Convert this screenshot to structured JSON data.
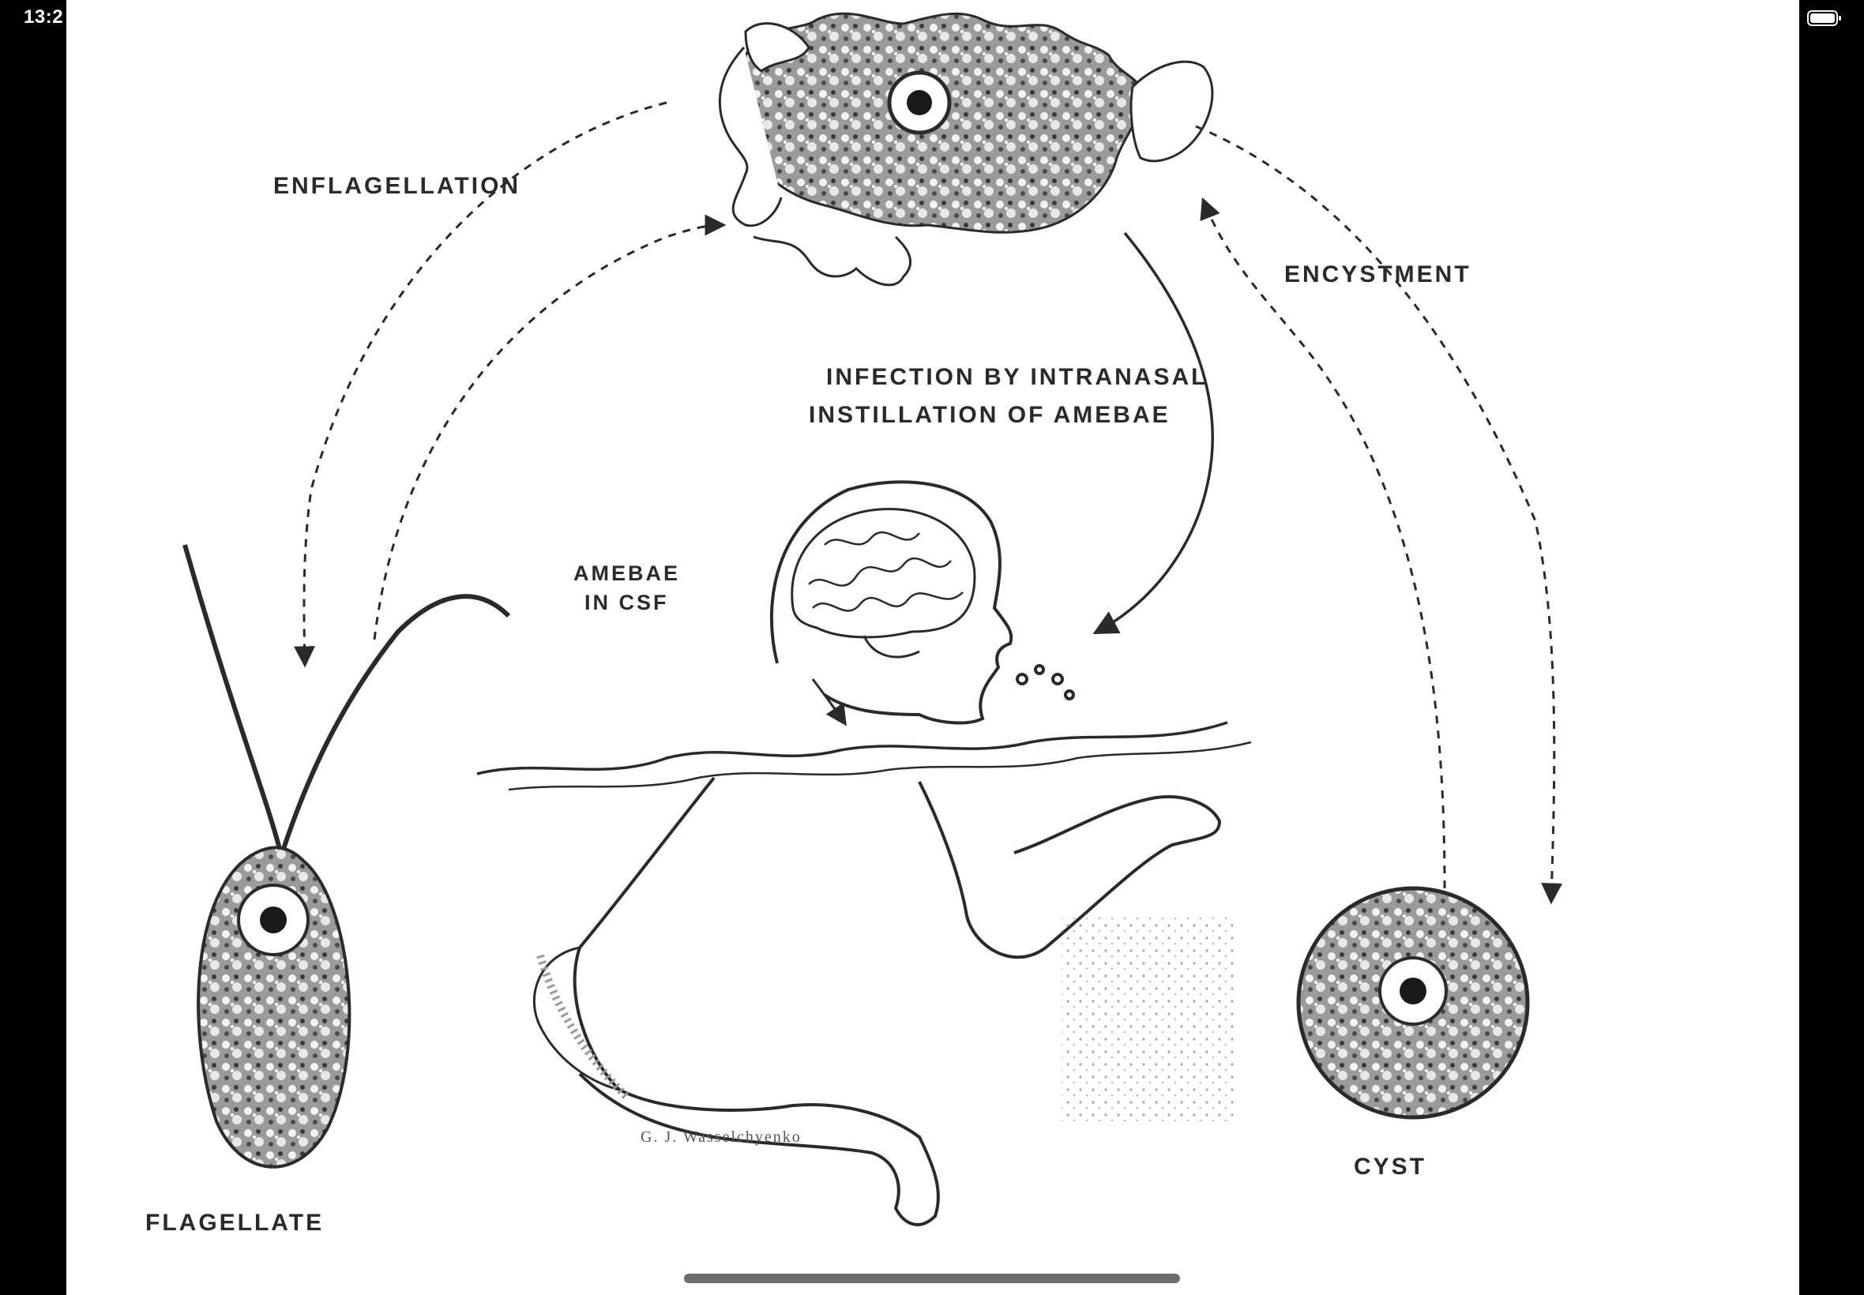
{
  "status_bar": {
    "time": "13:2"
  },
  "diagram": {
    "labels": {
      "enflagellation": "ENFLAGELLATION",
      "encystment": "ENCYSTMENT",
      "infection_line1": "INFECTION BY INTRANASAL",
      "infection_line2": "INSTILLATION OF AMEBAE",
      "amebae_line1": "AMEBAE",
      "amebae_line2": "IN CSF",
      "flagellate": "FLAGELLATE",
      "cyst": "CYST"
    },
    "signature": "G. J. Wasselchyenko"
  }
}
